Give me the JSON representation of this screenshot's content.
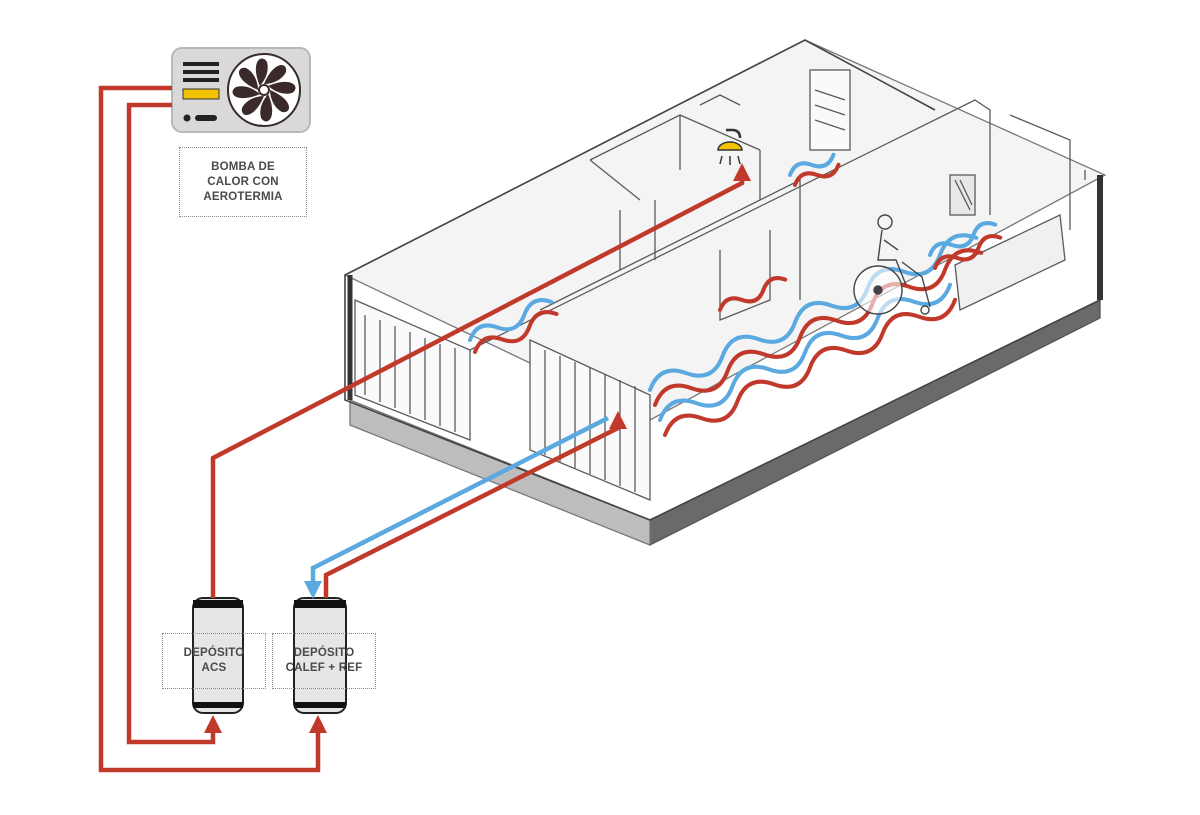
{
  "labels": {
    "heat_pump": [
      "BOMBA DE",
      "CALOR CON",
      "AEROTERMIA"
    ],
    "tank_acs": [
      "DEPÓSITO",
      "ACS"
    ],
    "tank_heating": [
      "DEPÓSITO",
      "CALEF + REF"
    ]
  },
  "colors": {
    "hot": "#c0392b",
    "cold": "#5aa9e0",
    "structure": "#555555",
    "unit_body": "#d9d9d9",
    "display": "#f2c200"
  },
  "icons": [
    "heat-pump-icon",
    "fan-icon",
    "shower-icon",
    "wheelchair-user-icon"
  ]
}
